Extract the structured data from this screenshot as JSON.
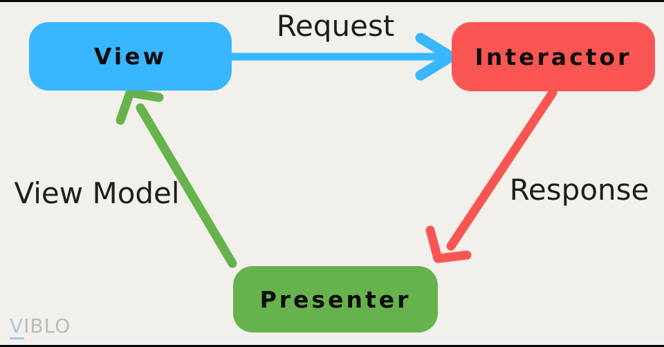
{
  "diagram": {
    "type": "architecture-cycle",
    "background_color": "#f2f0ea",
    "nodes": [
      {
        "id": "view",
        "label": "View",
        "color": "#38b6ff",
        "text_color": "#0d0d0d"
      },
      {
        "id": "interactor",
        "label": "Interactor",
        "color": "#f95653",
        "text_color": "#0d0d0d"
      },
      {
        "id": "presenter",
        "label": "Presenter",
        "color": "#66b34d",
        "text_color": "#0d0d0d"
      }
    ],
    "edges": [
      {
        "id": "request",
        "label": "Request",
        "from": "view",
        "to": "interactor",
        "color": "#38b6ff"
      },
      {
        "id": "response",
        "label": "Response",
        "from": "interactor",
        "to": "presenter",
        "color": "#f95653"
      },
      {
        "id": "view-model",
        "label": "View Model",
        "from": "presenter",
        "to": "view",
        "color": "#66b34d"
      }
    ],
    "watermark": {
      "v": "V",
      "rest": "IBLO",
      "v_color": "#a9c6e2",
      "rest_color": "#b9bcbd"
    }
  }
}
